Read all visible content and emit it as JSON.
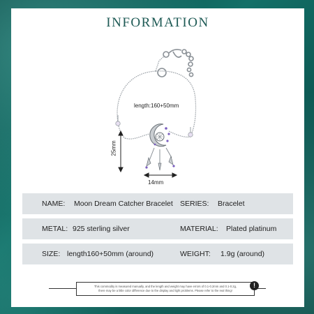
{
  "title": "INFORMATION",
  "product": {
    "length_label": "length:160+50mm",
    "height_label": "25mm",
    "width_label": "14mm"
  },
  "specs": {
    "name_label": "NAME:",
    "name_value": "Moon Dream Catcher Bracelet",
    "series_label": "SERIES:",
    "series_value": "Bracelet",
    "metal_label": "METAL:",
    "metal_value": "925 sterling silver",
    "material_label": "MATERIAL:",
    "material_value": "Plated platinum",
    "size_label": "SIZE:",
    "size_value": "length160+50mm (around)",
    "weight_label": "WEIGHT:",
    "weight_value": "1.9g (around)"
  },
  "footer": {
    "note_line1": "This commodity is measured manually, and the length and weight may have errors of 0.1-0.2mm and 0.1-0.2g,",
    "note_line2": "there may be a little color difference due to the display and light problems. Please refer to the real thing!",
    "warn_glyph": "!"
  },
  "colors": {
    "title": "#1e5a55",
    "row_bg": "#dfe3e6",
    "background": "#0d5a55"
  }
}
